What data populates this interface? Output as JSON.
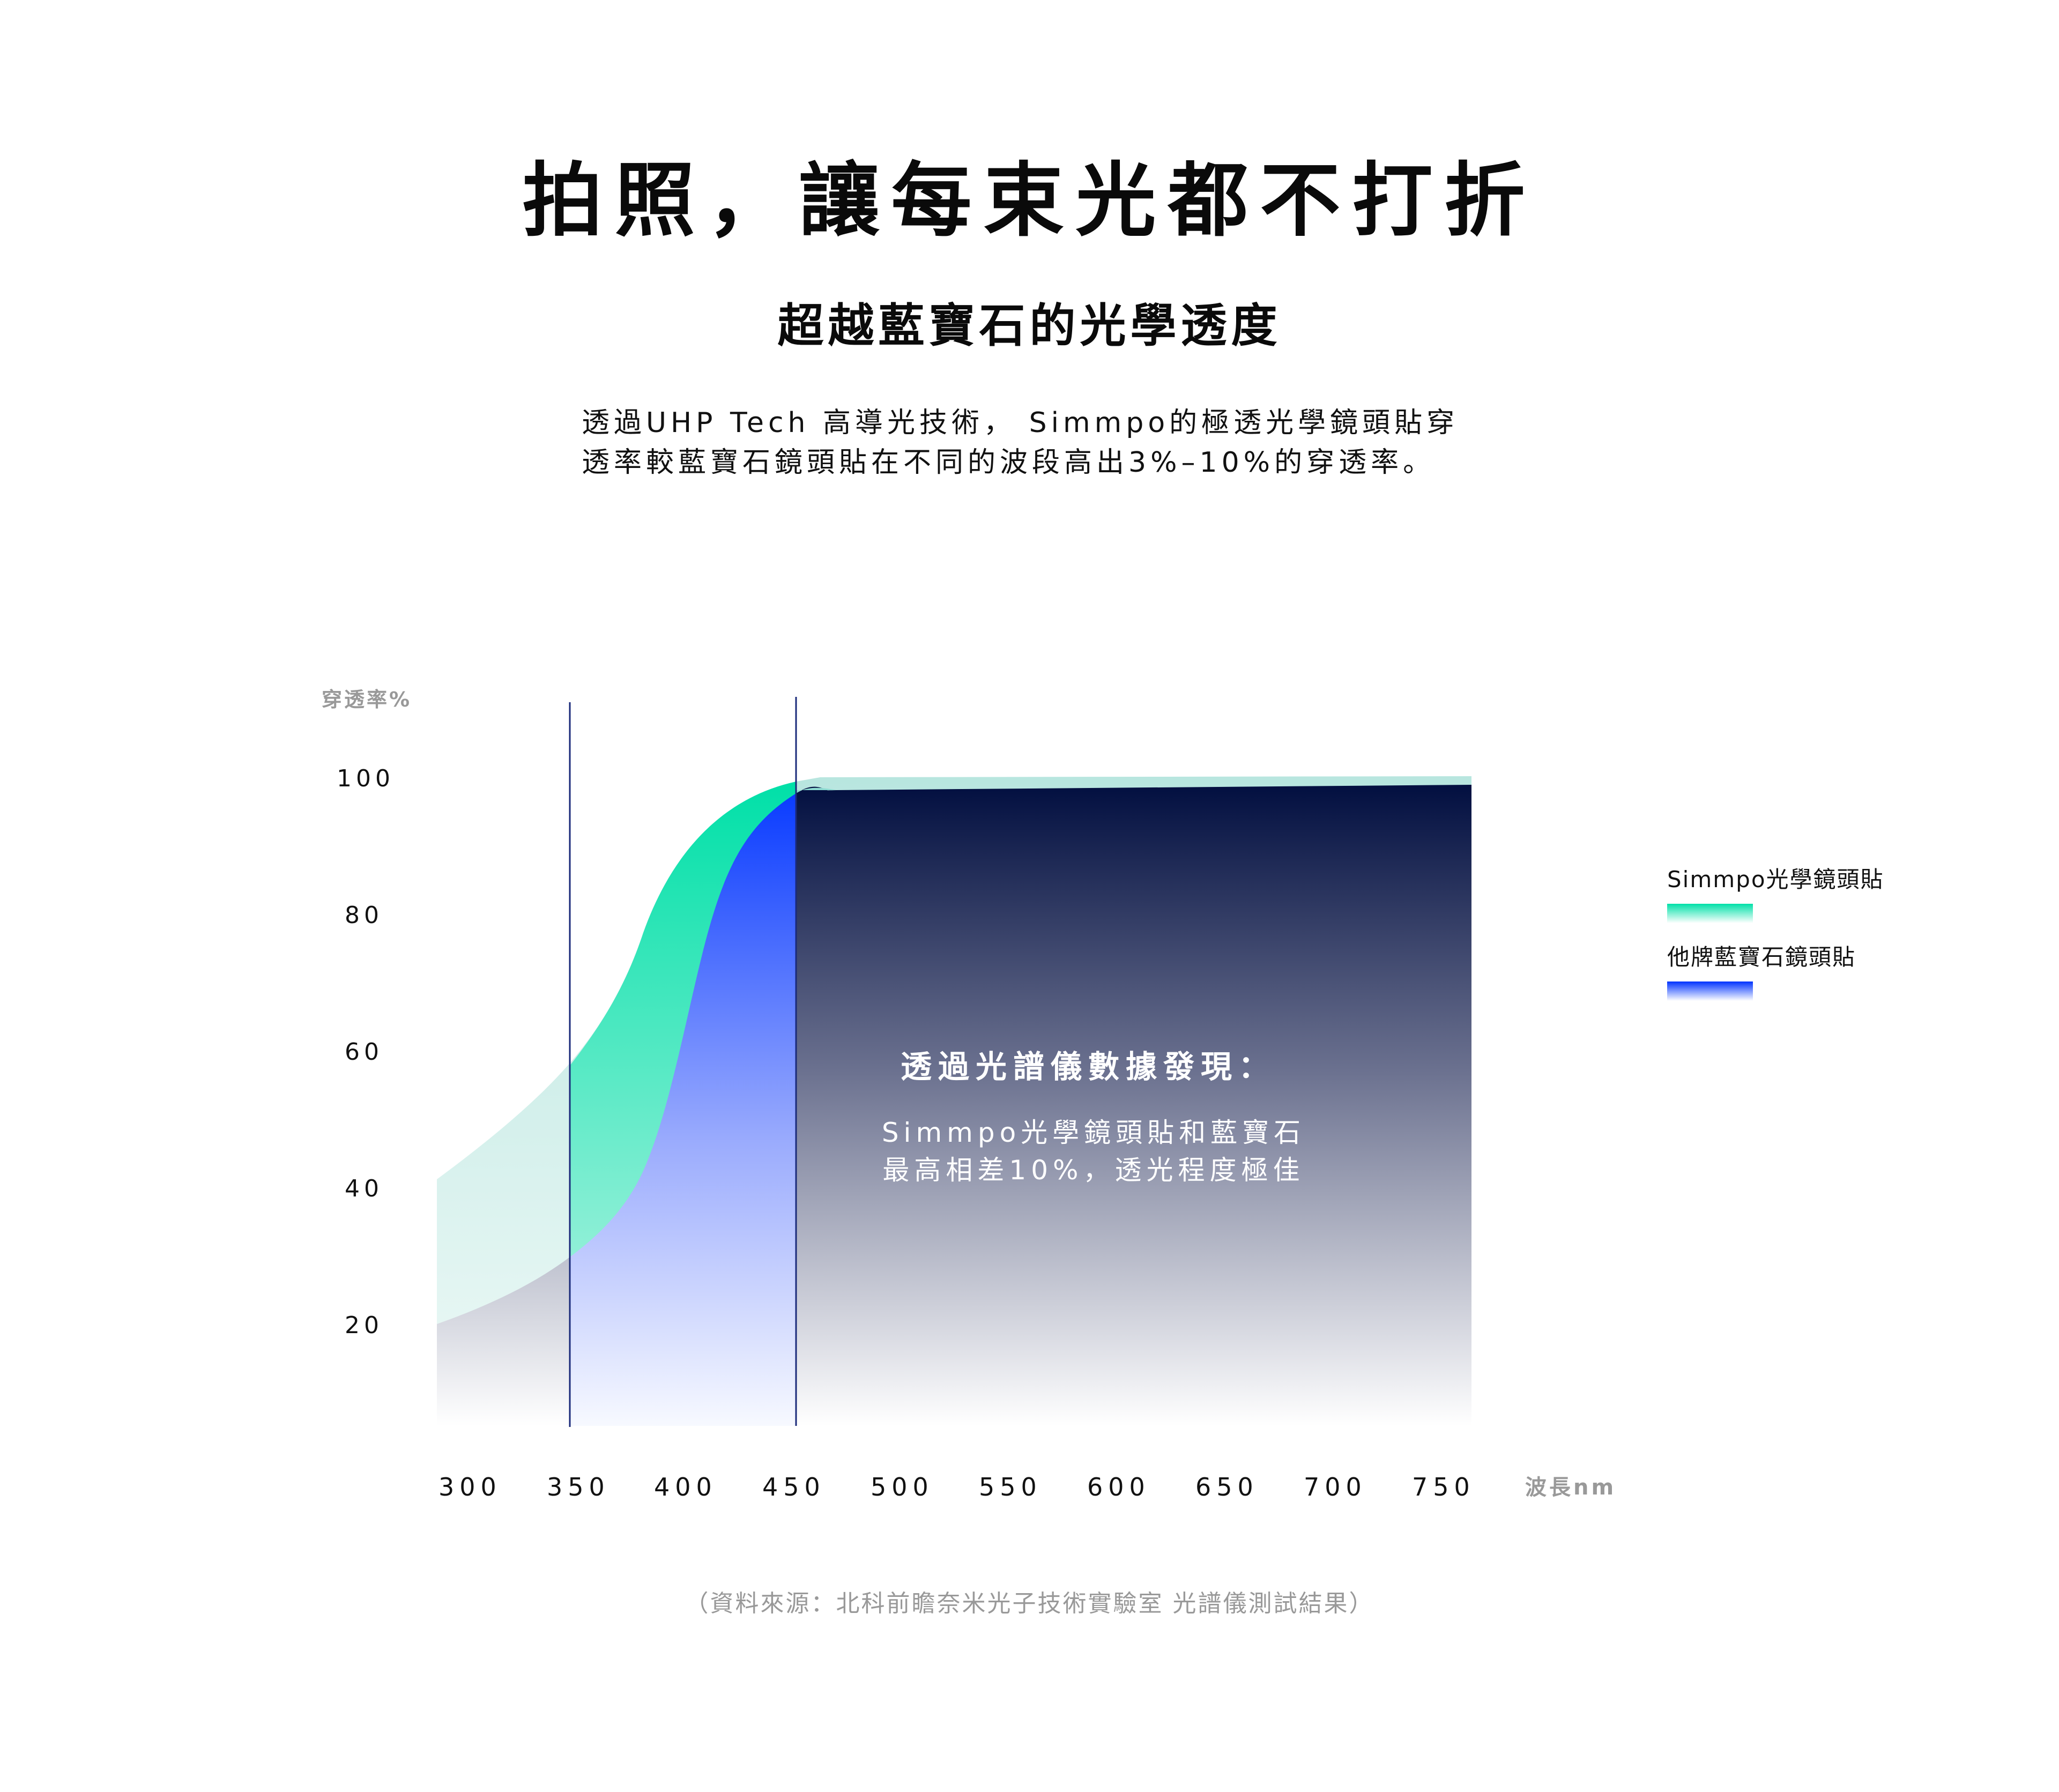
{
  "header": {
    "title": "拍照，讓每束光都不打折",
    "subtitle": "超越藍寶石的光學透度",
    "description_lines": [
      "透過UHP Tech 高導光技術， Simmpo的極透光學鏡頭貼穿",
      "透率較藍寶石鏡頭貼在不同的波段高出3%–10%的穿透率。"
    ]
  },
  "callout": {
    "title": "透過光譜儀數據發現：",
    "lines": [
      "Simmpo光學鏡頭貼和藍寶石",
      "最高相差10%，透光程度極佳"
    ]
  },
  "legend": {
    "items": [
      {
        "label": "Simmpo光學鏡頭貼",
        "color_top": "#00e0a8",
        "color_bottom": "#ffffff"
      },
      {
        "label": "他牌藍寶石鏡頭貼",
        "color_top": "#0033ff",
        "color_bottom": "#ffffff"
      }
    ]
  },
  "source_note": "（資料來源：北科前瞻奈米光子技術實驗室 光譜儀測試結果）",
  "colors": {
    "simmpo_green": "#00e0a8",
    "simmpo_light": "#8fdcd2",
    "sapphire_blue": "#0a3cff",
    "navy": "#020f40",
    "marker_line": "#1a2a7a",
    "axis_title_gray": "#999999"
  },
  "chart_data": {
    "type": "area",
    "title": "拍照，讓每束光都不打折",
    "subtitle": "超越藍寶石的光學透度",
    "xlabel": "波長nm",
    "ylabel": "穿透率%",
    "x_ticks": [
      "300",
      "350",
      "400",
      "450",
      "500",
      "550",
      "600",
      "650",
      "700",
      "750"
    ],
    "y_ticks": [
      "100",
      "80",
      "60",
      "40",
      "20"
    ],
    "xlim": [
      300,
      775
    ],
    "ylim": [
      0,
      100
    ],
    "grid": false,
    "legend_position": "right",
    "x": [
      300,
      325,
      350,
      375,
      400,
      425,
      450,
      475,
      500,
      550,
      600,
      650,
      700,
      750,
      775
    ],
    "series": [
      {
        "name": "Simmpo光學鏡頭貼",
        "values": [
          40,
          49,
          60,
          72,
          86,
          95,
          99,
          99.5,
          99.6,
          99.7,
          99.8,
          99.9,
          100,
          100,
          100
        ]
      },
      {
        "name": "他牌藍寶石鏡頭貼",
        "values": [
          19,
          23,
          29,
          38,
          57,
          85,
          95.5,
          97.5,
          97.6,
          97.7,
          97.8,
          97.9,
          98,
          98,
          98
        ]
      }
    ],
    "annotations": [
      {
        "type": "vline",
        "x": 350
      },
      {
        "type": "vline",
        "x": 450
      },
      {
        "type": "text",
        "text": "透過光譜儀數據發現："
      },
      {
        "type": "text",
        "text": "Simmpo光學鏡頭貼和藍寶石最高相差10%，透光程度極佳"
      }
    ]
  },
  "axis": {
    "ylabel": "穿透率%",
    "xlabel": "波長nm",
    "y_ticks": [
      "100",
      "80",
      "60",
      "40",
      "20"
    ],
    "x_ticks": [
      "300",
      "350",
      "400",
      "450",
      "500",
      "550",
      "600",
      "650",
      "700",
      "750"
    ]
  }
}
